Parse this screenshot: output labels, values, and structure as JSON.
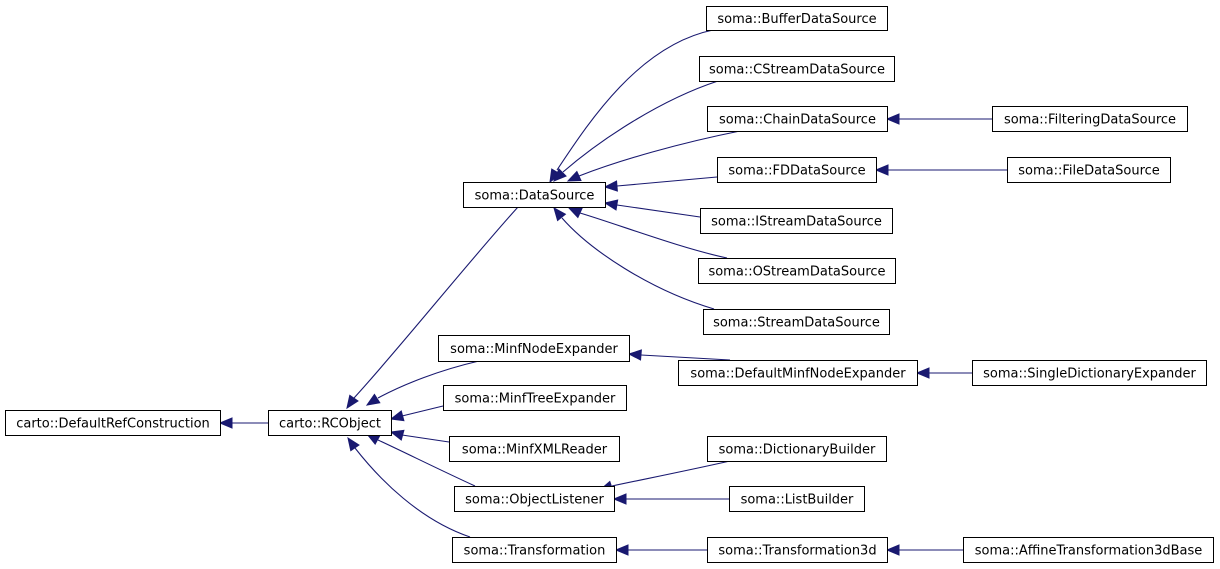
{
  "diagram": {
    "type": "inheritance-graph",
    "edge_color": "#191970",
    "arrow_meaning": "points-to-base-class",
    "nodes": [
      {
        "id": "default-ref-construction",
        "label": "carto::DefaultRefConstruction"
      },
      {
        "id": "rcobject",
        "label": "carto::RCObject"
      },
      {
        "id": "datasource",
        "label": "soma::DataSource"
      },
      {
        "id": "buffer-data-source",
        "label": "soma::BufferDataSource"
      },
      {
        "id": "cstream-data-source",
        "label": "soma::CStreamDataSource"
      },
      {
        "id": "chain-data-source",
        "label": "soma::ChainDataSource"
      },
      {
        "id": "filtering-data-source",
        "label": "soma::FilteringDataSource"
      },
      {
        "id": "fd-data-source",
        "label": "soma::FDDataSource"
      },
      {
        "id": "file-data-source",
        "label": "soma::FileDataSource"
      },
      {
        "id": "istream-data-source",
        "label": "soma::IStreamDataSource"
      },
      {
        "id": "ostream-data-source",
        "label": "soma::OStreamDataSource"
      },
      {
        "id": "stream-data-source",
        "label": "soma::StreamDataSource"
      },
      {
        "id": "minf-node-expander",
        "label": "soma::MinfNodeExpander"
      },
      {
        "id": "default-minf-node-expander",
        "label": "soma::DefaultMinfNodeExpander"
      },
      {
        "id": "single-dictionary-expander",
        "label": "soma::SingleDictionaryExpander"
      },
      {
        "id": "minf-tree-expander",
        "label": "soma::MinfTreeExpander"
      },
      {
        "id": "minf-xml-reader",
        "label": "soma::MinfXMLReader"
      },
      {
        "id": "object-listener",
        "label": "soma::ObjectListener"
      },
      {
        "id": "dictionary-builder",
        "label": "soma::DictionaryBuilder"
      },
      {
        "id": "list-builder",
        "label": "soma::ListBuilder"
      },
      {
        "id": "transformation",
        "label": "soma::Transformation"
      },
      {
        "id": "transformation3d",
        "label": "soma::Transformation3d"
      },
      {
        "id": "affine-transformation3d-base",
        "label": "soma::AffineTransformation3dBase"
      }
    ],
    "edges": [
      {
        "from": "rcobject",
        "to": "default-ref-construction"
      },
      {
        "from": "datasource",
        "to": "rcobject"
      },
      {
        "from": "minf-node-expander",
        "to": "rcobject"
      },
      {
        "from": "minf-tree-expander",
        "to": "rcobject"
      },
      {
        "from": "minf-xml-reader",
        "to": "rcobject"
      },
      {
        "from": "object-listener",
        "to": "rcobject"
      },
      {
        "from": "transformation",
        "to": "rcobject"
      },
      {
        "from": "buffer-data-source",
        "to": "datasource"
      },
      {
        "from": "cstream-data-source",
        "to": "datasource"
      },
      {
        "from": "chain-data-source",
        "to": "datasource"
      },
      {
        "from": "fd-data-source",
        "to": "datasource"
      },
      {
        "from": "istream-data-source",
        "to": "datasource"
      },
      {
        "from": "ostream-data-source",
        "to": "datasource"
      },
      {
        "from": "stream-data-source",
        "to": "datasource"
      },
      {
        "from": "filtering-data-source",
        "to": "chain-data-source"
      },
      {
        "from": "file-data-source",
        "to": "fd-data-source"
      },
      {
        "from": "default-minf-node-expander",
        "to": "minf-node-expander"
      },
      {
        "from": "single-dictionary-expander",
        "to": "default-minf-node-expander"
      },
      {
        "from": "dictionary-builder",
        "to": "object-listener"
      },
      {
        "from": "list-builder",
        "to": "object-listener"
      },
      {
        "from": "transformation3d",
        "to": "transformation"
      },
      {
        "from": "affine-transformation3d-base",
        "to": "transformation3d"
      }
    ]
  }
}
